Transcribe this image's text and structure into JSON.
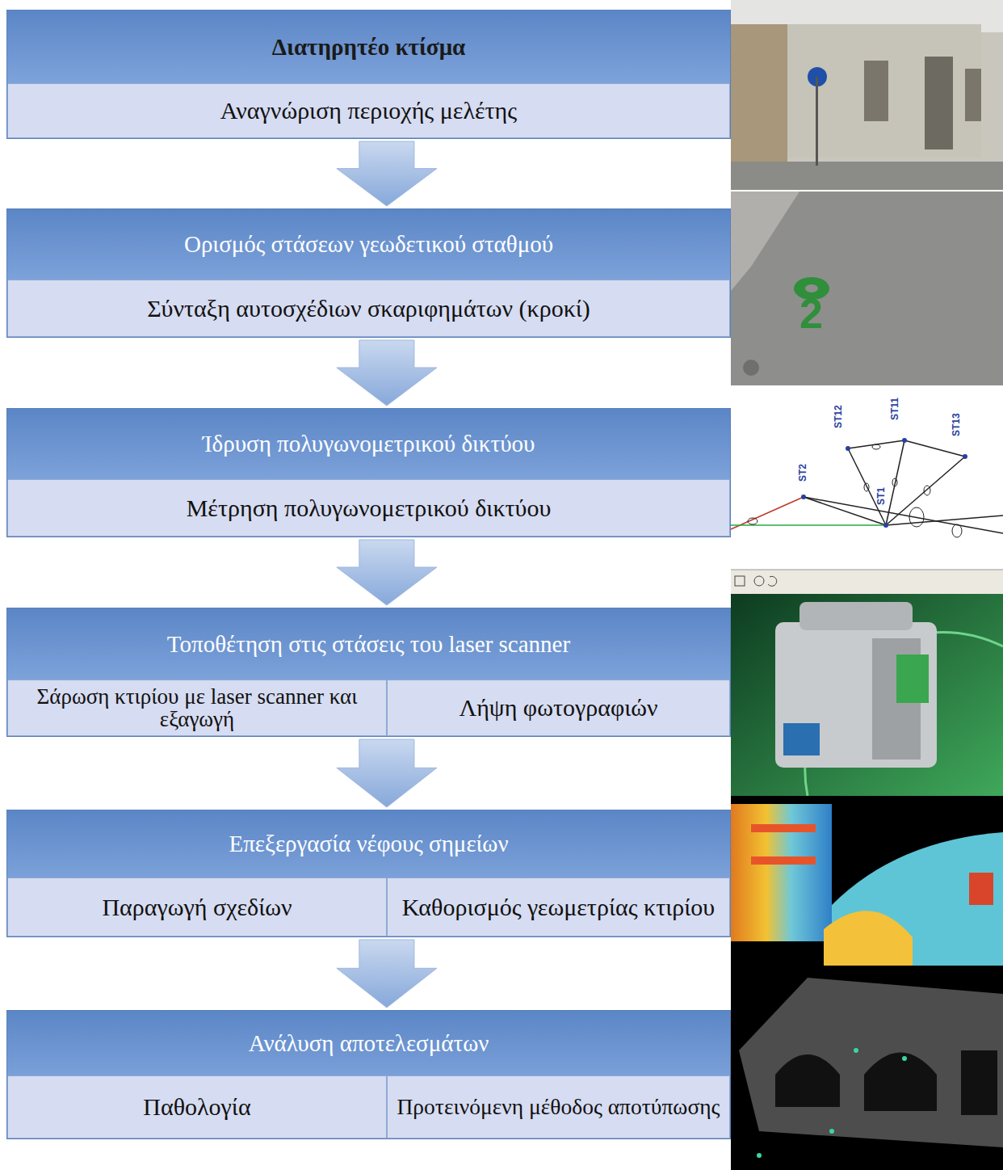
{
  "diagram": {
    "nodes": [
      {
        "text": [
          "Διατηρητέο κτίσμα"
        ]
      },
      {
        "text": [
          "Αναγνώριση περιοχής μελέτης"
        ],
        "in": 0
      },
      {
        "text": [
          "Ορισμός στάσεων γεωδετικού σταθμού"
        ]
      },
      {
        "text": [
          "Σύνταξη αυτοσχέδιων σκαριφημάτων (κροκί)"
        ],
        "in": 2
      },
      {
        "text": [
          "Ίδρυση πολυγωνομετρικού δικτύου"
        ]
      },
      {
        "text": [
          "Μέτρηση πολυγωνομετρικού δικτύου"
        ],
        "in": 4
      },
      {
        "text": [
          "Τοποθέτηση στις στάσεις του laser scanner"
        ]
      },
      {
        "text": [
          "Σάρωση κτιρίου με laser scanner και εξαγωγή"
        ],
        "in": 6
      },
      {
        "text": [
          "Λήψη φωτογραφιών"
        ],
        "in": 6
      },
      {
        "text": [
          "Επεξεργασία νέφους σημείων"
        ]
      },
      {
        "text": [
          "Παραγωγή σχεδίων"
        ],
        "in": 9
      },
      {
        "text": [
          "Καθορισμός γεωμετρίας κτιρίου"
        ],
        "in": 9
      },
      {
        "text": [
          "Ανάλυση αποτελεσμάτων"
        ]
      },
      {
        "text": [
          "Παθολογία"
        ],
        "in": 12
      },
      {
        "text": [
          "Προτεινόμενη μέθοδος αποτύπωσης"
        ],
        "in": 12
      }
    ],
    "edges": [
      {
        "from": 0,
        "to": 2,
        "arrow": "to"
      },
      {
        "from": 2,
        "to": 4,
        "arrow": "to"
      },
      {
        "from": 4,
        "to": 6,
        "arrow": "to"
      },
      {
        "from": 6,
        "to": 9,
        "arrow": "to"
      },
      {
        "from": 9,
        "to": 12,
        "arrow": "to"
      }
    ],
    "labels": [
      "2",
      "ST12",
      "ST11",
      "ST13",
      "ST2",
      "ST1"
    ]
  }
}
